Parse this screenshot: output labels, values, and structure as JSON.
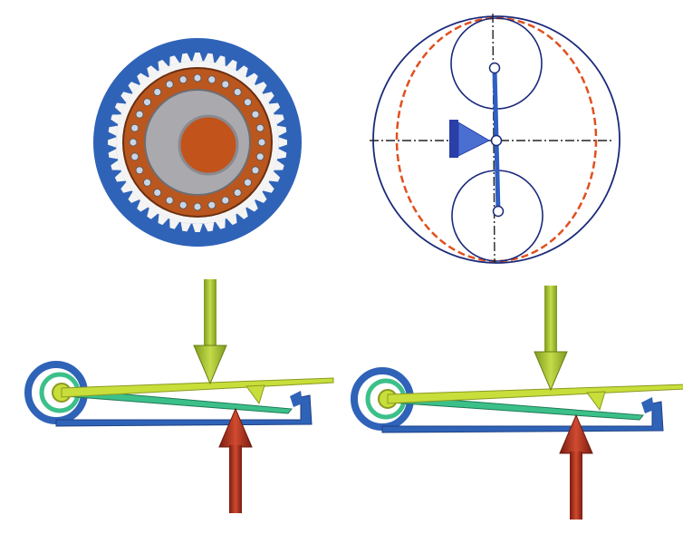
{
  "colors": {
    "housing_blue": "#2f63b8",
    "gear_white": "#f4f4f4",
    "ring_orange": "#b9571f",
    "disk_gray": "#a9a9ae",
    "hub_orange": "#c2531b",
    "ball": "#c9d4e6",
    "line_navy": "#1a2a7a",
    "dashed_red": "#e0501e",
    "rod_blue": "#2f5fc4",
    "lever_yellow": "#c8de3a",
    "spring_green": "#3cc08a",
    "arrow_green": "#a8c431",
    "arrow_red": "#b8321e"
  },
  "panels": [
    {
      "id": "gear-cross-section",
      "icons": [
        "planetary-gear-icon"
      ]
    },
    {
      "id": "orbit-schematic",
      "icons": [
        "circle-orbit-icon",
        "pointer-triangle-icon"
      ]
    },
    {
      "id": "lever-mechanism-a",
      "icons": [
        "force-down-arrow-icon",
        "force-up-arrow-icon"
      ]
    },
    {
      "id": "lever-mechanism-b",
      "icons": [
        "force-down-arrow-icon",
        "force-up-arrow-icon"
      ]
    }
  ]
}
